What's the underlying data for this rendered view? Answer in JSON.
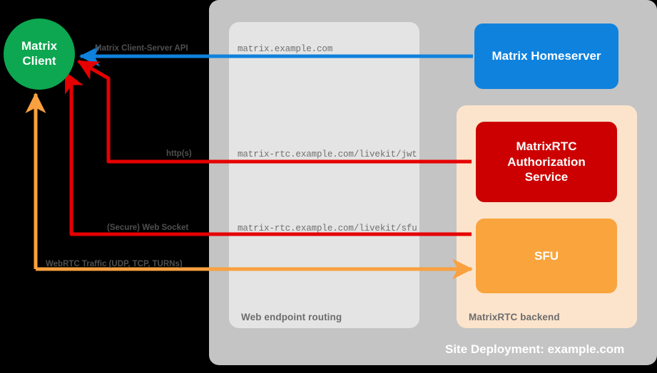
{
  "diagram": {
    "title": "Site Deployment: example.com",
    "nodes": {
      "matrix_client": {
        "label_line1": "Matrix",
        "label_line2": "Client",
        "color": "#0ca750"
      },
      "matrix_homeserver": {
        "label": "Matrix Homeserver",
        "color": "#0f82dd"
      },
      "rtc_auth_service": {
        "label_line1": "MatrixRTC",
        "label_line2": "Authorization",
        "label_line3": "Service",
        "color": "#cc0000"
      },
      "sfu": {
        "label": "SFU",
        "color": "#f9a43d"
      }
    },
    "zones": {
      "web_routing": {
        "label": "Web endpoint routing",
        "color": "#e4e4e4"
      },
      "rtc_backend": {
        "label": "MatrixRTC backend",
        "color": "#fce4cc"
      },
      "site": {
        "label": "Site Deployment: example.com",
        "color": "#c4c4c4"
      }
    },
    "edges": [
      {
        "protocol": "Matrix Client-Server API",
        "endpoint": "matrix.example.com",
        "color": "#0f82dd",
        "direction": "to-client"
      },
      {
        "protocol": "http(s)",
        "endpoint": "matrix-rtc.example.com/livekit/jwt",
        "color": "#e60000",
        "direction": "bidirectional"
      },
      {
        "protocol": "(Secure) Web Socket",
        "endpoint": "matrix-rtc.example.com/livekit/sfu",
        "color": "#e60000",
        "direction": "bidirectional"
      },
      {
        "protocol": "WebRTC Traffic (UDP, TCP, TURNs)",
        "endpoint": "",
        "color": "#f9a03f",
        "direction": "bidirectional"
      }
    ]
  }
}
